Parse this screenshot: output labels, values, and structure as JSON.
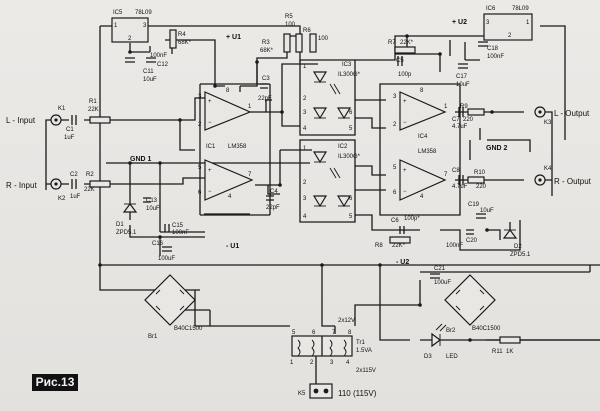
{
  "figure_label": "Рис.13",
  "terminals": {
    "l_input": "L - Input",
    "r_input": "R - Input",
    "l_output": "L - Output",
    "r_output": "R - Output",
    "gnd1": "GND 1",
    "gnd2": "GND 2",
    "k1": "K1",
    "k2": "K2",
    "k3": "K3",
    "k4": "K4",
    "k5": "K5"
  },
  "regulators": {
    "ic5": {
      "name": "IC5",
      "part": "78L09",
      "p1": "1",
      "p2": "2",
      "p3": "3"
    },
    "ic6": {
      "name": "IC6",
      "part": "78L09",
      "p1": "1",
      "p2": "2",
      "p3": "3"
    }
  },
  "opamps": {
    "ic1": {
      "name": "IC1",
      "part": "LM358"
    },
    "ic4": {
      "name": "IC4",
      "part": "LM358"
    },
    "pins_a": [
      "3",
      "2",
      "8",
      "1"
    ],
    "pins_b": [
      "5",
      "6",
      "4",
      "7"
    ]
  },
  "optocouplers": {
    "ic3": {
      "name": "IC3",
      "part": "IL300G*"
    },
    "ic2": {
      "name": "IC2",
      "part": "IL300G*"
    },
    "pins": [
      "1",
      "2",
      "3",
      "4",
      "5",
      "6",
      "7",
      "8"
    ]
  },
  "resistors": {
    "r1": "R1",
    "r1v": "22K",
    "r2": "R2",
    "r2v": "22K",
    "r3": "R3",
    "r3v": "68K*",
    "r4": "R4",
    "r4v": "68K*",
    "r5": "R5",
    "r5v": "100",
    "r6": "R6",
    "r6v": "100",
    "r7": "R7",
    "r7v": "22K*",
    "r8": "R8",
    "r8v": "22K*",
    "r9": "R9",
    "r9v": "220",
    "r10": "R10",
    "r10v": "220",
    "r11": "R11",
    "r11v": "1K"
  },
  "capacitors": {
    "c1": "C1",
    "c1v": "1uF",
    "c2": "C2",
    "c2v": "1uF",
    "c3": "C3",
    "c3v": "22pF",
    "c4": "C4",
    "c4v": "22pF",
    "c5": "C5",
    "c5v": "100p",
    "c6": "C6",
    "c6v": "100p*",
    "c7": "C7",
    "c7v": "4.7uF",
    "c8": "C8",
    "c8v": "4.7uF",
    "c11": "C11",
    "c11v": "10uF",
    "c12": "C12",
    "c12v": "100nF",
    "c13": "C13",
    "c13v": "10uF",
    "c15": "C15",
    "c15v": "100nF",
    "c16": "C16",
    "c16v": "100uF",
    "c17": "C17",
    "c17v": "10uF",
    "c18": "C18",
    "c18v": "100nF",
    "c19": "C19",
    "c19v": "10uF",
    "c20": "C20",
    "c20v": "100nF",
    "c21": "C21",
    "c21v": "100uF"
  },
  "diodes": {
    "d1": "D1",
    "d1v": "ZPD5.1",
    "d2": "D2",
    "d2v": "ZPD5.1",
    "d3": "D3",
    "d3v": "LED"
  },
  "bridges": {
    "br1": "Br1",
    "br1v": "B40C1500",
    "br2": "Br2",
    "br2v": "B40C1500"
  },
  "transformer": {
    "name": "Tr1",
    "power": "1.5VA",
    "sec1": "2x12V",
    "sec2": "2x115V",
    "mains": "110 (115V)",
    "pins": [
      "5",
      "6",
      "7",
      "8",
      "1",
      "2",
      "3",
      "4"
    ]
  },
  "rails": {
    "plus_u1": "+ U1",
    "minus_u1": "- U1",
    "plus_u2": "+ U2",
    "minus_u2": "- U2"
  }
}
